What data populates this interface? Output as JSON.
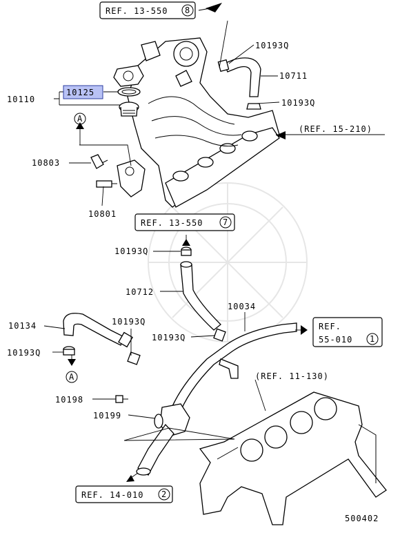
{
  "diagram": {
    "id": "500402",
    "refs": {
      "r13_550_8": {
        "text": "REF. 13-550",
        "circle": "8"
      },
      "r15_210": {
        "text": "(REF. 15-210)"
      },
      "r13_550_7": {
        "text": "REF. 13-550",
        "circle": "7"
      },
      "r55_010_1": {
        "line1": "REF.",
        "line2": "55-010",
        "circle": "1"
      },
      "r11_130": {
        "text": "(REF. 11-130)"
      },
      "r14_010_2": {
        "text": "REF. 14-010",
        "circle": "2"
      }
    },
    "parts": {
      "p10193Q_top": "10193Q",
      "p10711": "10711",
      "p10193Q_r": "10193Q",
      "p10110": "10110",
      "p10125": "10125",
      "p10803": "10803",
      "p10801": "10801",
      "p10193Q_mid": "10193Q",
      "p10712": "10712",
      "p10034": "10034",
      "p10134": "10134",
      "p10193Q_l1": "10193Q",
      "p10193Q_l2": "10193Q",
      "p10193Q_c": "10193Q",
      "p10198": "10198",
      "p10199": "10199"
    },
    "markers": {
      "top": "A",
      "bottom": "A"
    },
    "highlight_color": "#b9c2f5"
  }
}
